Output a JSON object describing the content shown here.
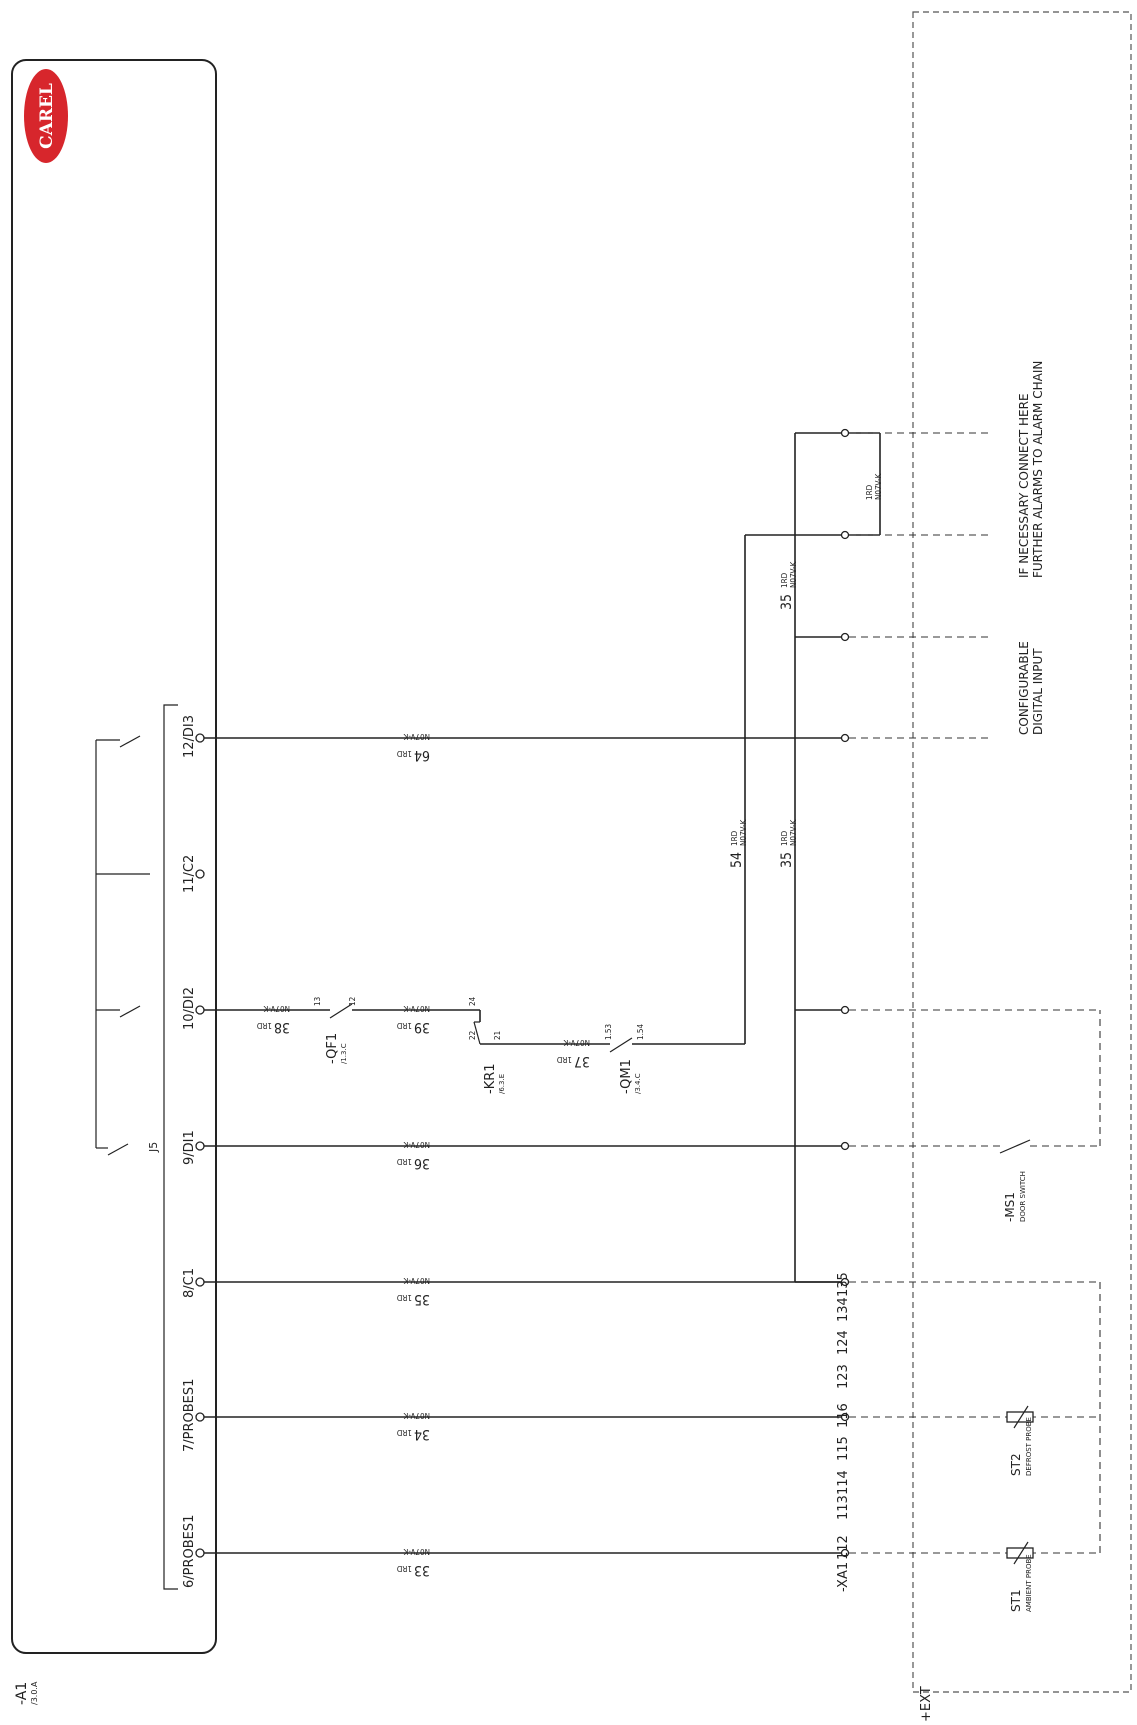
{
  "brand": {
    "logo_text": "CAREL",
    "logo_color": "#d7262c"
  },
  "controller": {
    "ref": "-A1",
    "ref_sub": "/3.0.A"
  },
  "connector": {
    "label": "J5"
  },
  "terminals": [
    "6/PROBES1",
    "7/PROBES1",
    "8/C1",
    "9/DI1",
    "10/DI2",
    "11/C2",
    "12/DI3"
  ],
  "wires": {
    "w33": {
      "num": "33",
      "color": "1RD",
      "type": "N07V-K"
    },
    "w34": {
      "num": "34",
      "color": "1RD",
      "type": "N07V-K"
    },
    "w35": {
      "num": "35",
      "color": "1RD",
      "type": "N07V-K"
    },
    "w36": {
      "num": "36",
      "color": "1RD",
      "type": "N07V-K"
    },
    "w38": {
      "num": "38",
      "color": "1RD",
      "type": "N07V-K"
    },
    "w39": {
      "num": "39",
      "color": "1RD",
      "type": "N07V-K"
    },
    "w37": {
      "num": "37",
      "color": "1RD",
      "type": "N07V-K"
    },
    "w64": {
      "num": "64",
      "color": "1RD",
      "type": "N07V-K"
    },
    "w54": {
      "num": "54",
      "color": "1RD",
      "type": "N07V-K"
    },
    "w35b": {
      "num": "35",
      "color": "1RD",
      "type": "N07V-K"
    },
    "w35c": {
      "num": "35",
      "color": "1RD",
      "type": "N07V-K"
    },
    "w1rd": {
      "color": "1RD",
      "type": "N07V-K"
    }
  },
  "devices": {
    "qf1": {
      "ref": "-QF1",
      "sub": "/1.3.C",
      "pin_a": "13",
      "pin_b": "12"
    },
    "kr1": {
      "ref": "-KR1",
      "sub": "/6.3.E",
      "pin_a": "24",
      "pin_b": "22",
      "pin_c": "21"
    },
    "qm1": {
      "ref": "-QM1",
      "sub": "/3.4.C",
      "pin_a": "1.53",
      "pin_b": "1.54"
    },
    "ms1": {
      "ref": "-MS1",
      "desc": "DOOR SWITCH"
    },
    "st1": {
      "ref": "ST1",
      "desc": "AMBIENT PROBE"
    },
    "st2": {
      "ref": "ST2",
      "desc": "DEFROST PROBE"
    }
  },
  "terminal_strip": {
    "ref": "-XA1",
    "numbers": [
      "112",
      "113",
      "114",
      "115",
      "116",
      "123",
      "124",
      "134",
      "135"
    ]
  },
  "notes": {
    "configurable_1": "CONFIGURABLE",
    "configurable_2": "DIGITAL INPUT",
    "alarm_1": "IF NECESSARY CONNECT HERE",
    "alarm_2": "FURTHER ALARMS TO ALARM CHAIN"
  },
  "external_box": {
    "label": "+EXT"
  }
}
